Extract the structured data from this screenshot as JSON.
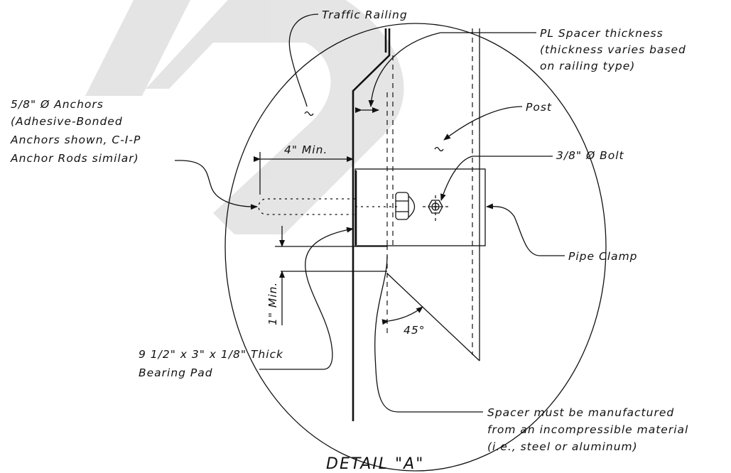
{
  "watermark": "DRAFT",
  "labels": {
    "traffic_railing": "Traffic Railing",
    "spacer_1": "PL Spacer thickness",
    "spacer_2": "(thickness varies based",
    "spacer_3": "on railing type)",
    "post": "Post",
    "anchors_1": "5/8\" Ø Anchors",
    "anchors_2": "(Adhesive-Bonded",
    "anchors_3": "Anchors shown, C-I-P",
    "anchors_4": "Anchor Rods similar)",
    "four_min": "4\" Min.",
    "bolt": "3/8\" Ø Bolt",
    "pipe_clamp": "Pipe Clamp",
    "one_min": "1\" Min.",
    "angle": "45°",
    "pad_1": "9 1/2\" x 3\" x 1/8\" Thick",
    "pad_2": "Bearing Pad",
    "note_1": "Spacer must be manufactured",
    "note_2": "from an incompressible material",
    "note_3": "(i.e., steel or aluminum)"
  },
  "title": "DETAIL \"A\""
}
